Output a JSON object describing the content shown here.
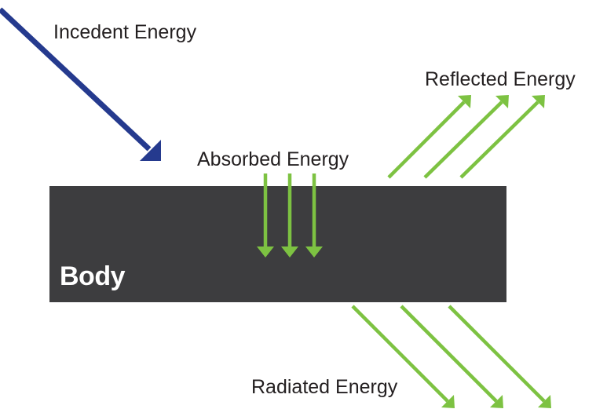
{
  "labels": {
    "incident": "Incedent Energy",
    "reflected": "Reflected Energy",
    "absorbed": "Absorbed Energy",
    "radiated": "Radiated Energy",
    "body": "Body"
  },
  "colors": {
    "incident_arrow": "#253a8e",
    "energy_arrows": "#7dc242",
    "body_fill": "#3d3d3f",
    "body_text": "#ffffff",
    "text": "#231f20"
  }
}
